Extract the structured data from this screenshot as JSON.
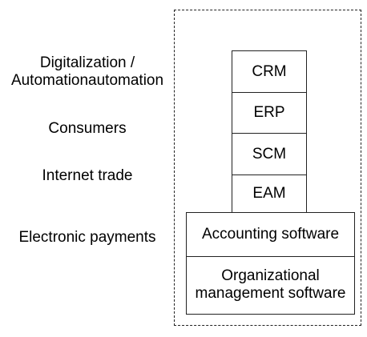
{
  "labels": {
    "digitalization": "Digitalization /\nAutomationautomation",
    "consumers": "Consumers",
    "internet_trade": "Internet trade",
    "electronic_payments": "Electronic payments"
  },
  "stack": {
    "crm": "CRM",
    "erp": "ERP",
    "scm": "SCM",
    "eam": "EAM",
    "accounting": "Accounting software",
    "organizational": "Organizational\nmanagement software"
  }
}
